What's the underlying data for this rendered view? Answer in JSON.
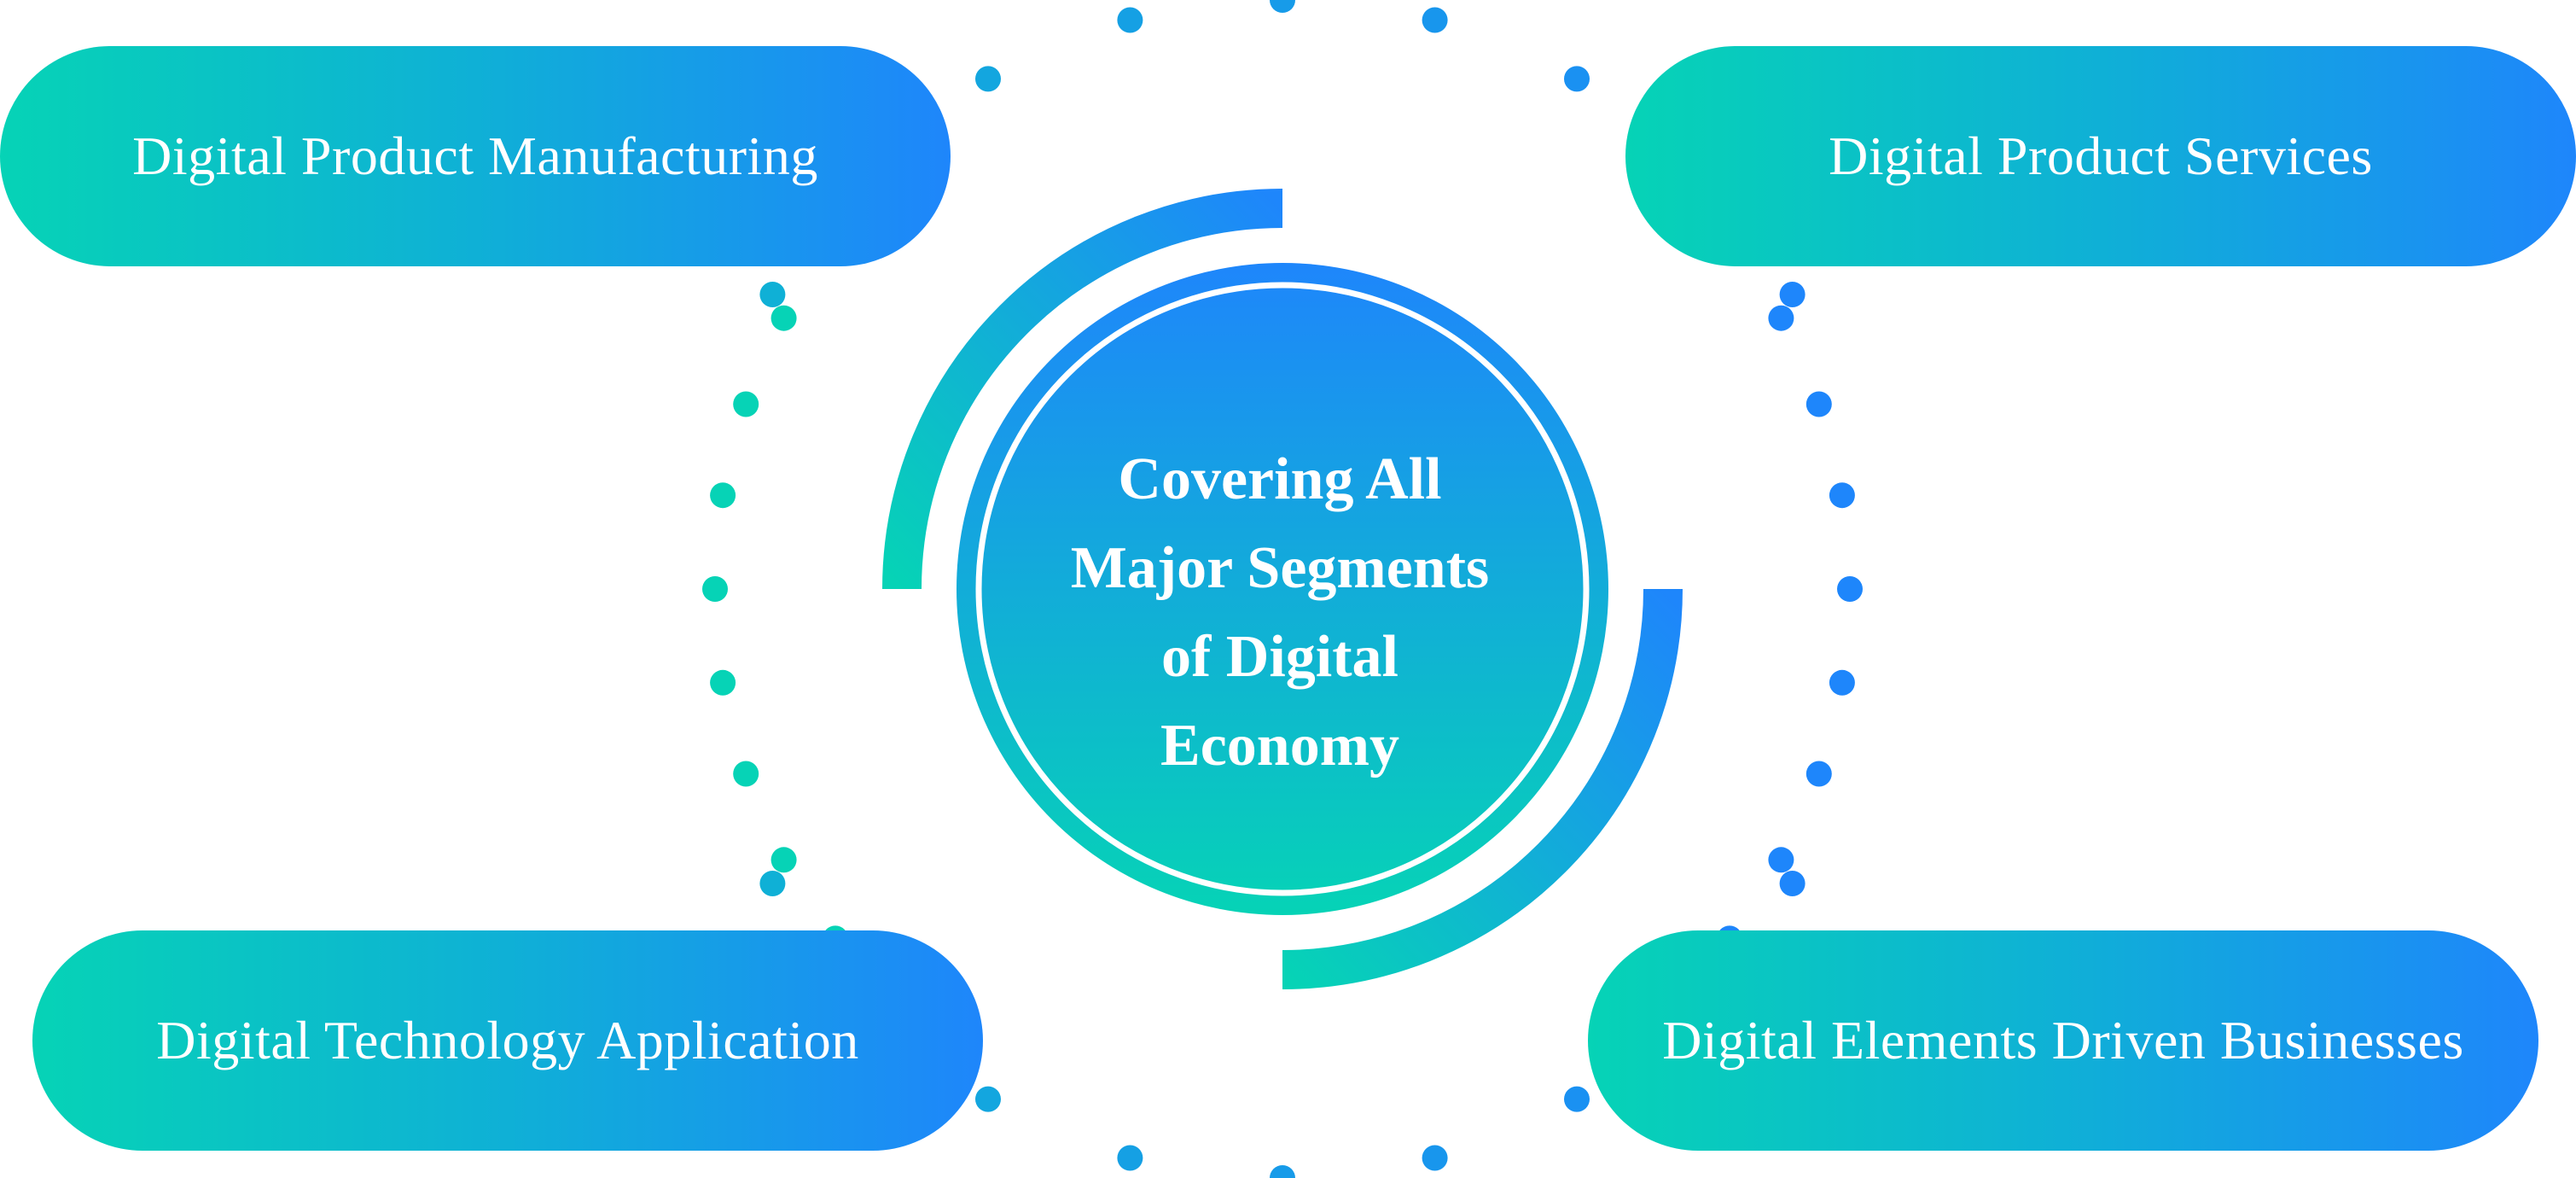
{
  "segments": {
    "top_left": "Digital Product Manufacturing",
    "top_right": "Digital Product Services",
    "bottom_left": "Digital Technology Application",
    "bottom_right": "Digital Elements Driven Businesses"
  },
  "center": {
    "lines": [
      "Covering All",
      "Major Segments",
      "of Digital",
      "Economy"
    ]
  },
  "colors": {
    "teal": "#06d3b6",
    "cyan": "#0fb0d6",
    "blue": "#1e86fb",
    "text": "#ffffff"
  }
}
